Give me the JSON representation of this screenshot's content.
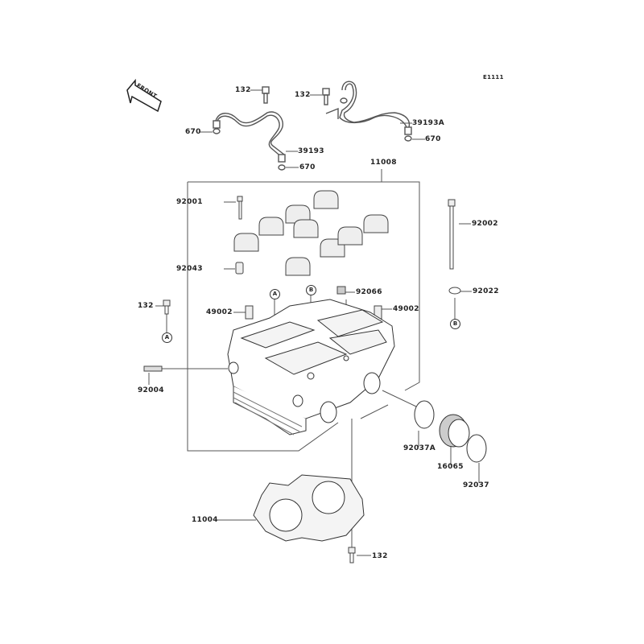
{
  "diagram_code": "E1111",
  "front_indicator": "FRONT",
  "labels": {
    "bolt_oil_pipe_left": "132",
    "oring_left": "670",
    "oil_pipe": "39193",
    "oring_pipe_bottom": "670",
    "bolt_oil_pipe_right": "132",
    "oil_pipe_a": "39193A",
    "oring_right": "670",
    "cylinder_head_assy": "11008",
    "bolt_cap": "92001",
    "dowel_pin": "92043",
    "stud_long": "92002",
    "washer": "92022",
    "bolt_head": "132",
    "valve_guide_left": "49002",
    "plug": "92066",
    "valve_guide_right": "49002",
    "stud_short": "92004",
    "clamp_a": "92037A",
    "holder_carburetor": "16065",
    "clamp": "92037",
    "gasket_head": "11004",
    "bolt_bottom": "132"
  },
  "refs": {
    "a": "A",
    "b": "B"
  }
}
